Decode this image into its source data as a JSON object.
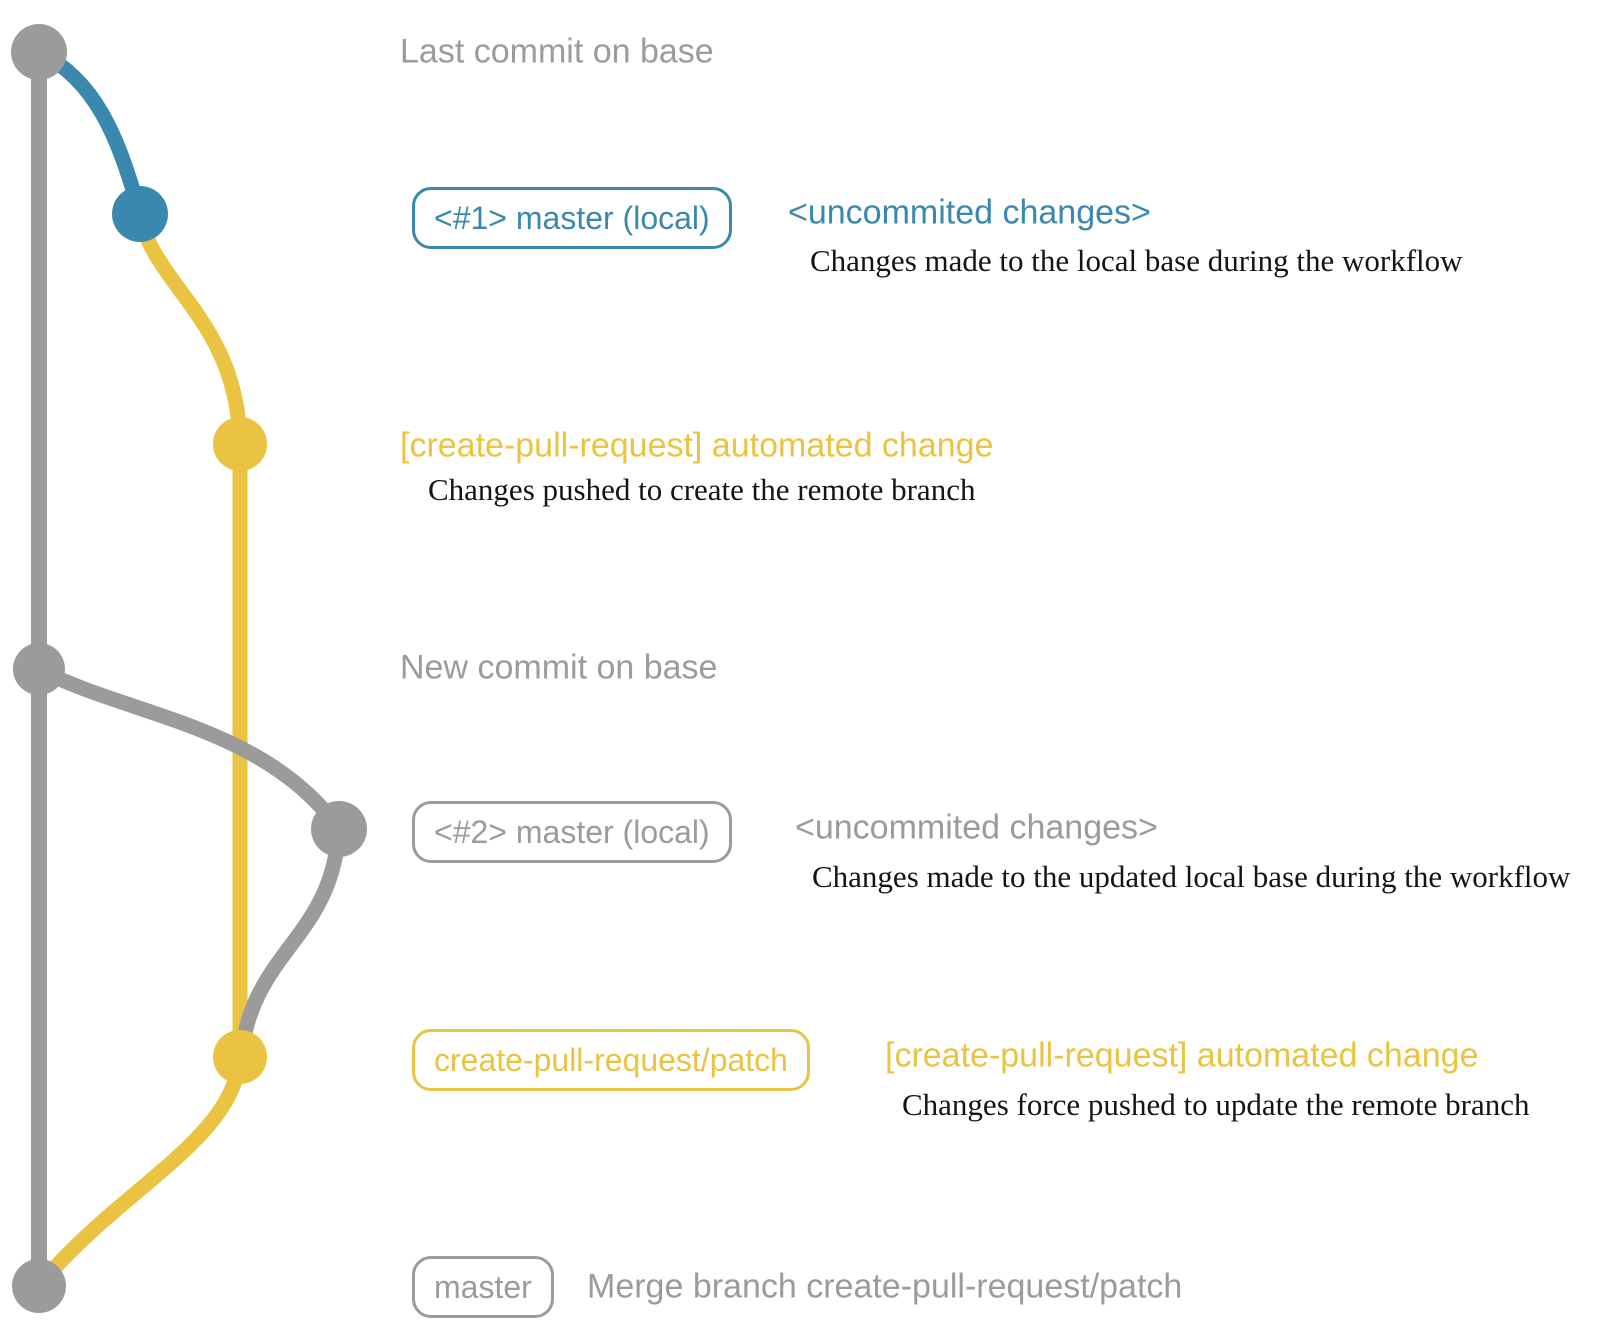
{
  "colors": {
    "base_gray": "#9b9b9b",
    "local_blue": "#3a88ad",
    "branch_yellow": "#e9c341",
    "note_black": "#141414"
  },
  "rows": {
    "last_commit": {
      "text": "Last commit on base"
    },
    "commit1": {
      "badge": "<#1> master (local)",
      "message": "<uncommited changes>",
      "note": "Changes made to the local base during the workflow"
    },
    "auto1": {
      "message": "[create-pull-request] automated change",
      "note": "Changes pushed to create the remote branch"
    },
    "new_commit": {
      "text": "New commit on base"
    },
    "commit2": {
      "badge": "<#2> master (local)",
      "message": "<uncommited changes>",
      "note": "Changes made to the updated local base during the workflow"
    },
    "auto2": {
      "badge": "create-pull-request/patch",
      "message": "[create-pull-request] automated change",
      "note": "Changes force pushed to update the remote branch"
    },
    "merge": {
      "badge": "master",
      "message": "Merge branch create-pull-request/patch"
    }
  }
}
